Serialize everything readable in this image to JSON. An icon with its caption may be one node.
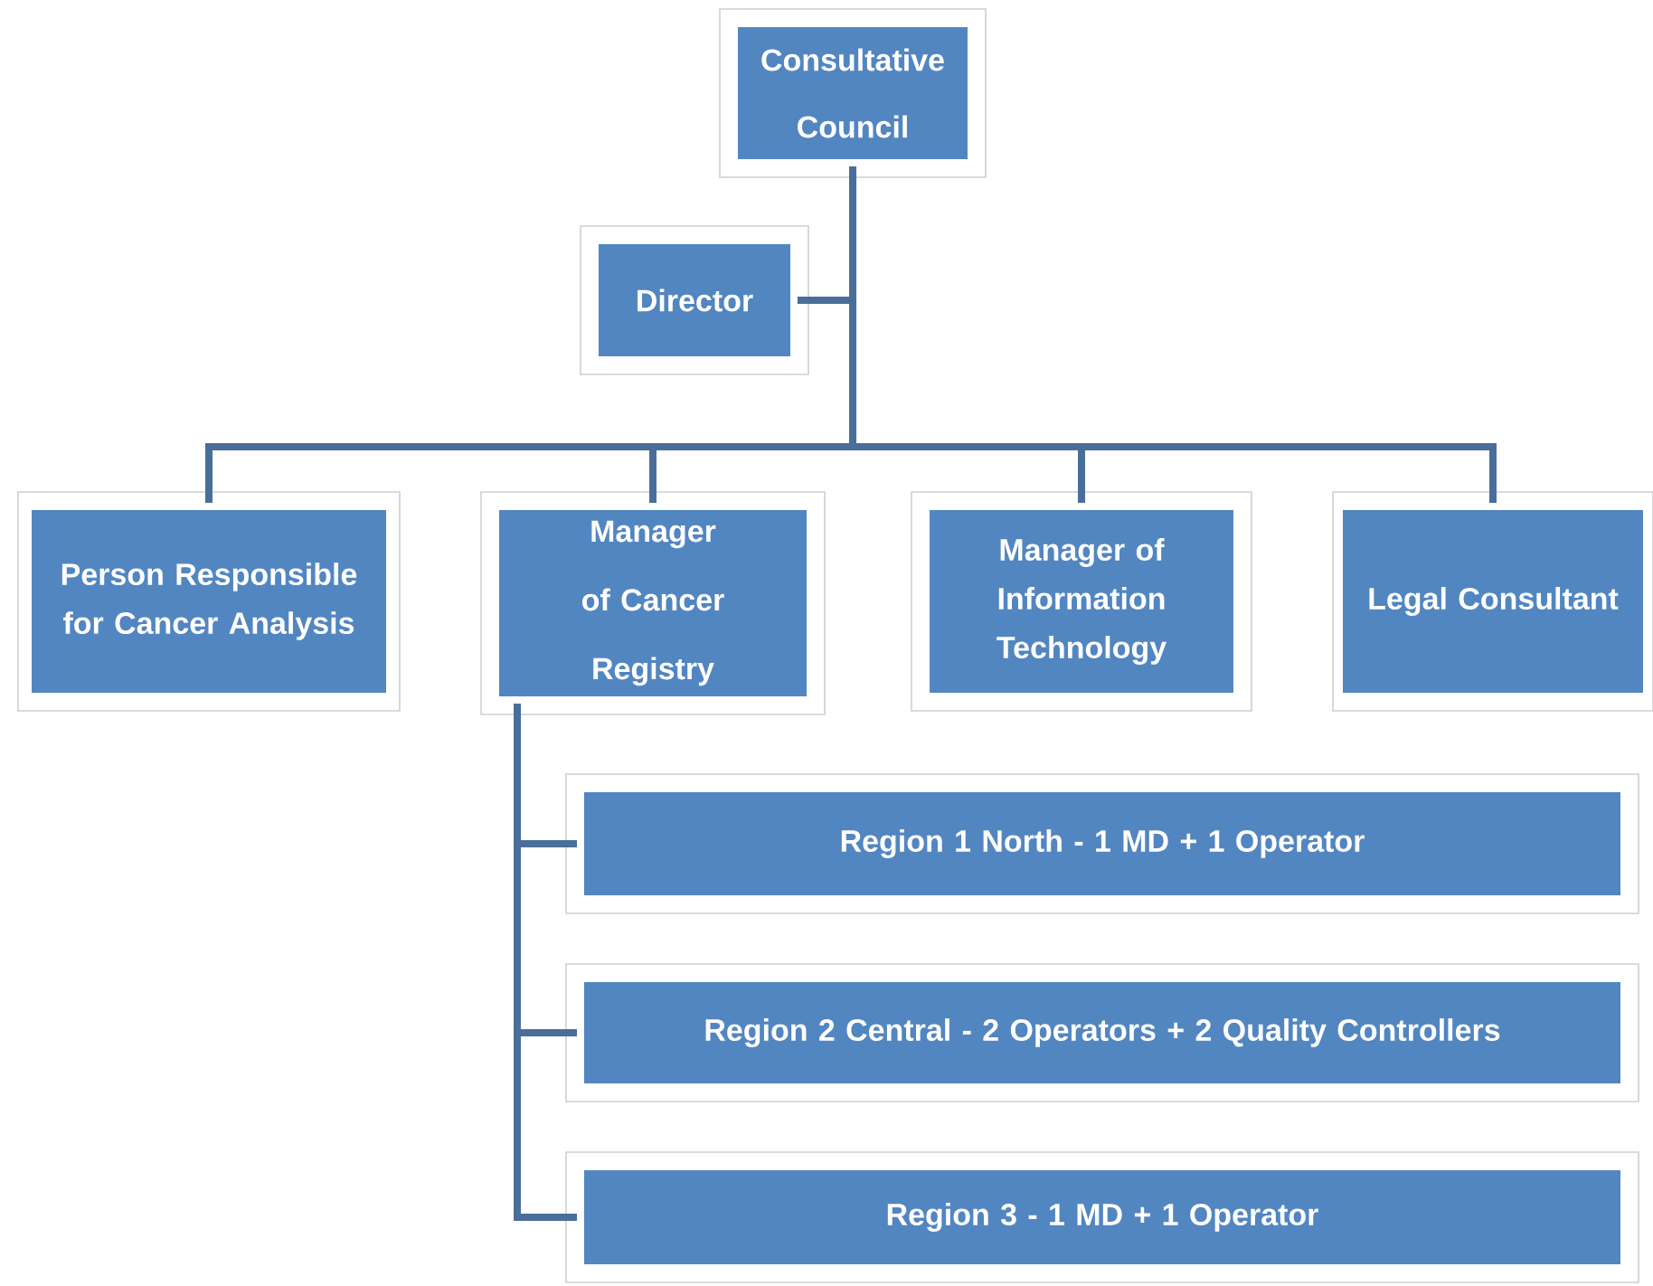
{
  "diagram": {
    "nodes": [
      {
        "text": [
          "Consultative Council"
        ]
      },
      {
        "text": [
          "Director"
        ]
      },
      {
        "text": [
          "Person Responsible for Cancer Analysis"
        ]
      },
      {
        "text": [
          "Manager of Cancer Registry"
        ]
      },
      {
        "text": [
          "Manager of Information Technology"
        ]
      },
      {
        "text": [
          "Legal Consultant"
        ]
      },
      {
        "text": [
          "Region 1  North - 1 MD + 1 Operator"
        ]
      },
      {
        "text": [
          "Region 2 Central - 2 Operators + 2 Quality Controllers"
        ]
      },
      {
        "text": [
          "Region 3 - 1 MD + 1 Operator"
        ]
      }
    ],
    "edges": [
      {
        "from": 0,
        "to": 1,
        "arrow": "none"
      },
      {
        "from": 0,
        "to": 2,
        "arrow": "none"
      },
      {
        "from": 0,
        "to": 3,
        "arrow": "none"
      },
      {
        "from": 0,
        "to": 4,
        "arrow": "none"
      },
      {
        "from": 0,
        "to": 5,
        "arrow": "none"
      },
      {
        "from": 3,
        "to": 6,
        "arrow": "none"
      },
      {
        "from": 3,
        "to": 7,
        "arrow": "none"
      },
      {
        "from": 3,
        "to": 8,
        "arrow": "none"
      }
    ]
  }
}
